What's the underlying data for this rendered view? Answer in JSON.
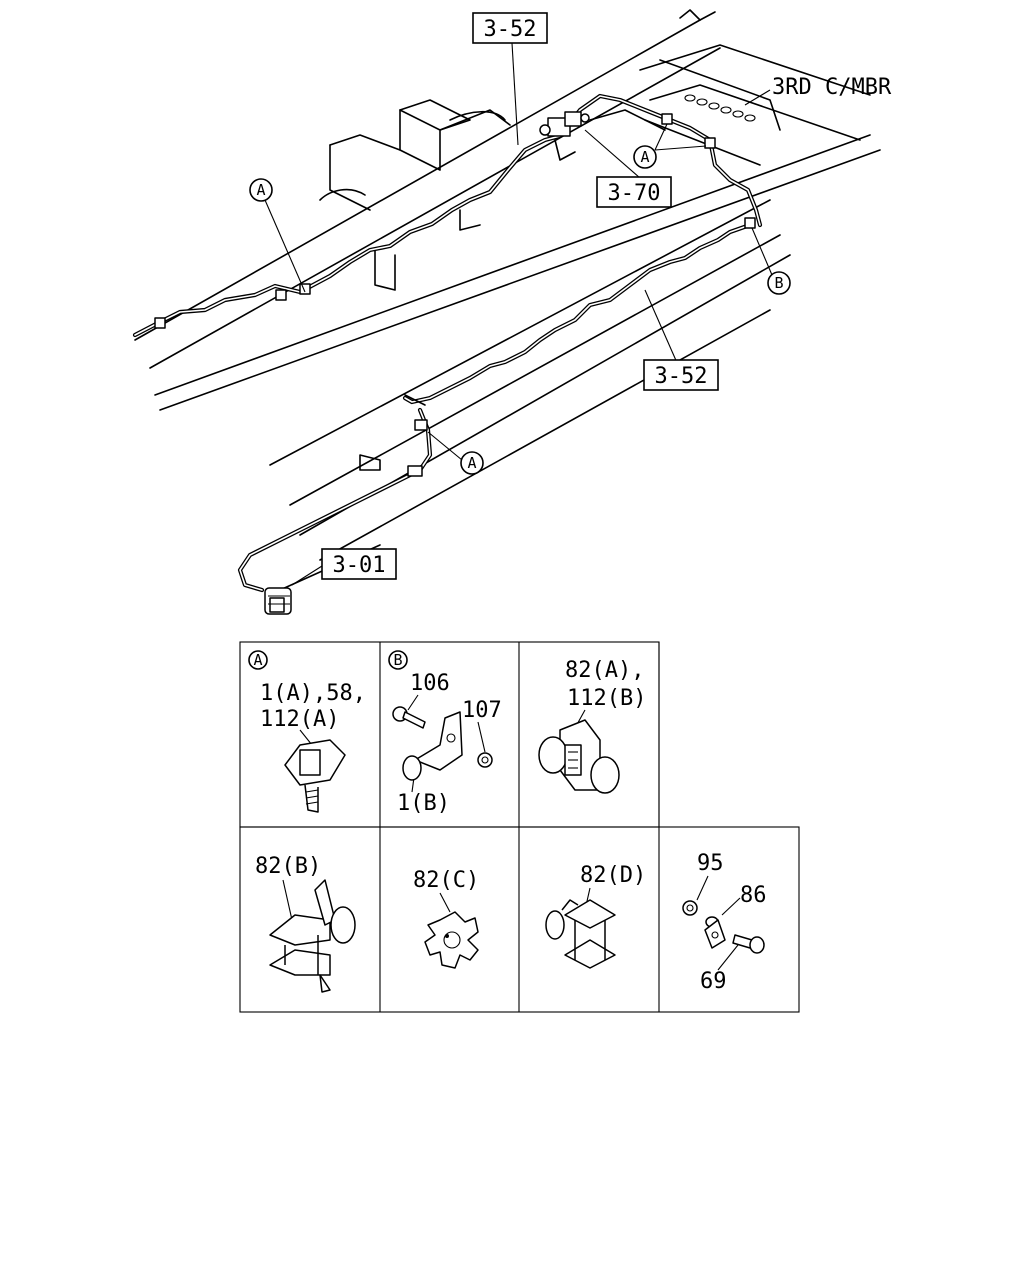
{
  "diagram": {
    "member_label": "3RD C/MBR",
    "reference_labels": [
      "3-52",
      "3-70",
      "3-52",
      "3-01"
    ],
    "callouts": [
      "A",
      "A",
      "A",
      "B"
    ],
    "detail_panels": [
      {
        "tag": "A",
        "lines": [
          "1(A),58,",
          "112(A)"
        ]
      },
      {
        "tag": "B",
        "parts": [
          "106",
          "107",
          "1(B)"
        ]
      },
      {
        "tag": "",
        "lines": [
          "82(A),",
          "112(B)"
        ]
      },
      {
        "tag": "",
        "lines": [
          "82(B)"
        ]
      },
      {
        "tag": "",
        "lines": [
          "82(C)"
        ]
      },
      {
        "tag": "",
        "lines": [
          "82(D)"
        ]
      },
      {
        "tag": "",
        "parts": [
          "95",
          "86",
          "69"
        ]
      }
    ]
  }
}
